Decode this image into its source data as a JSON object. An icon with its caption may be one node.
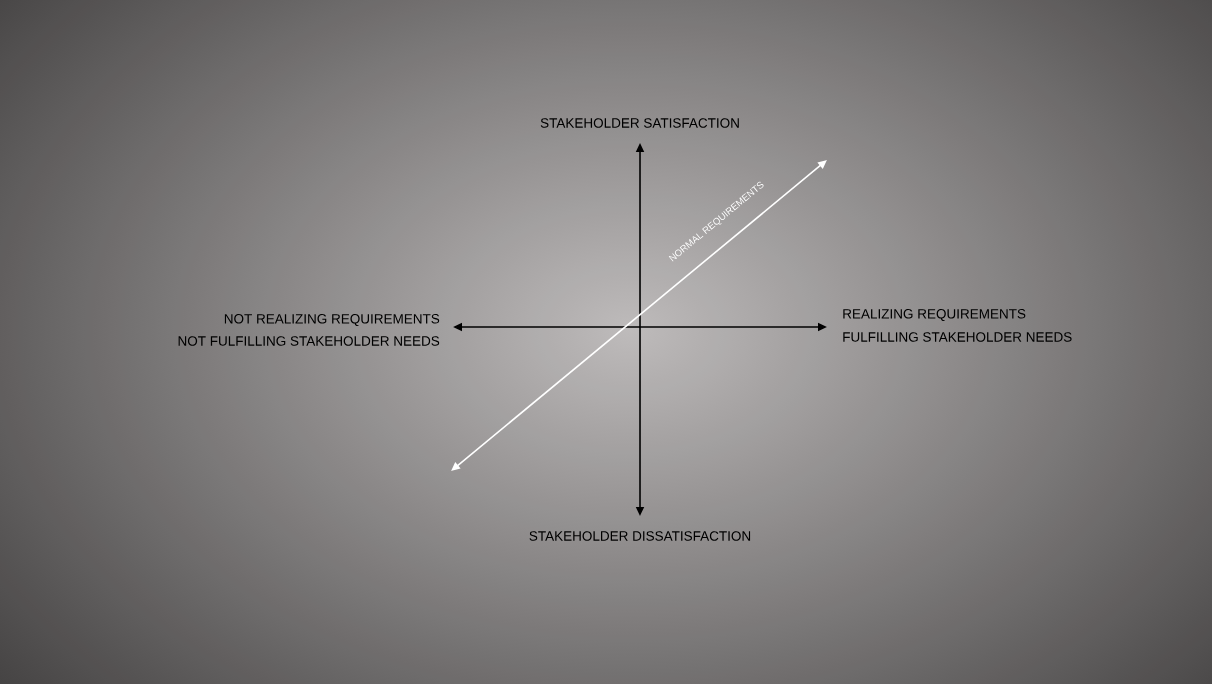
{
  "diagram": {
    "labels": [
      "STAKEHOLDER SATISFACTION",
      "NORMAL REQUIREMENTS",
      "NOT REALIZING REQUIREMENTS",
      "REALIZING REQUIREMENTS",
      "NOT FULFILLING STAKEHOLDER NEEDS",
      "FULFILLING STAKEHOLDER NEEDS",
      "STAKEHOLDER DISSATISFACTION"
    ]
  }
}
